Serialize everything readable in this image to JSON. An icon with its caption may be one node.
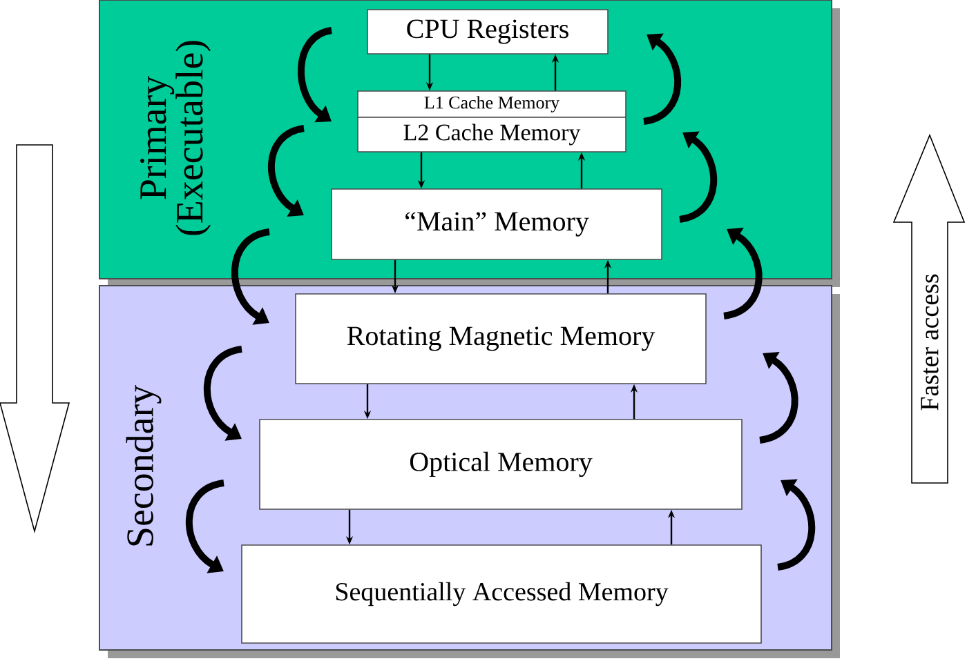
{
  "diagram": {
    "nodes": [
      {
        "text": [
          "Primary (Executable)"
        ]
      },
      {
        "text": [
          "CPU Registers"
        ],
        "in": 0
      },
      {
        "text": [
          "L1 Cache Memory"
        ],
        "in": 0
      },
      {
        "text": [
          "L2 Cache Memory"
        ],
        "in": 0
      },
      {
        "text": [
          "“Main” Memory"
        ],
        "in": 0
      },
      {
        "text": [
          "Secondary"
        ]
      },
      {
        "text": [
          "Rotating Magnetic Memory"
        ],
        "in": 5
      },
      {
        "text": [
          "Optical Memory"
        ],
        "in": 5
      },
      {
        "text": [
          "Sequentially Accessed Memory"
        ],
        "in": 5
      },
      {
        "text": [
          "Faster access"
        ]
      }
    ],
    "edges": [
      {
        "from": 1,
        "to": 2,
        "arrow": "to"
      },
      {
        "from": 2,
        "to": 1,
        "arrow": "to"
      },
      {
        "from": 3,
        "to": 4,
        "arrow": "to"
      },
      {
        "from": 4,
        "to": 3,
        "arrow": "to"
      },
      {
        "from": 4,
        "to": 6,
        "arrow": "to"
      },
      {
        "from": 6,
        "to": 4,
        "arrow": "to"
      },
      {
        "from": 6,
        "to": 7,
        "arrow": "to"
      },
      {
        "from": 7,
        "to": 6,
        "arrow": "to"
      },
      {
        "from": 7,
        "to": 8,
        "arrow": "to"
      },
      {
        "from": 8,
        "to": 7,
        "arrow": "to"
      }
    ]
  }
}
